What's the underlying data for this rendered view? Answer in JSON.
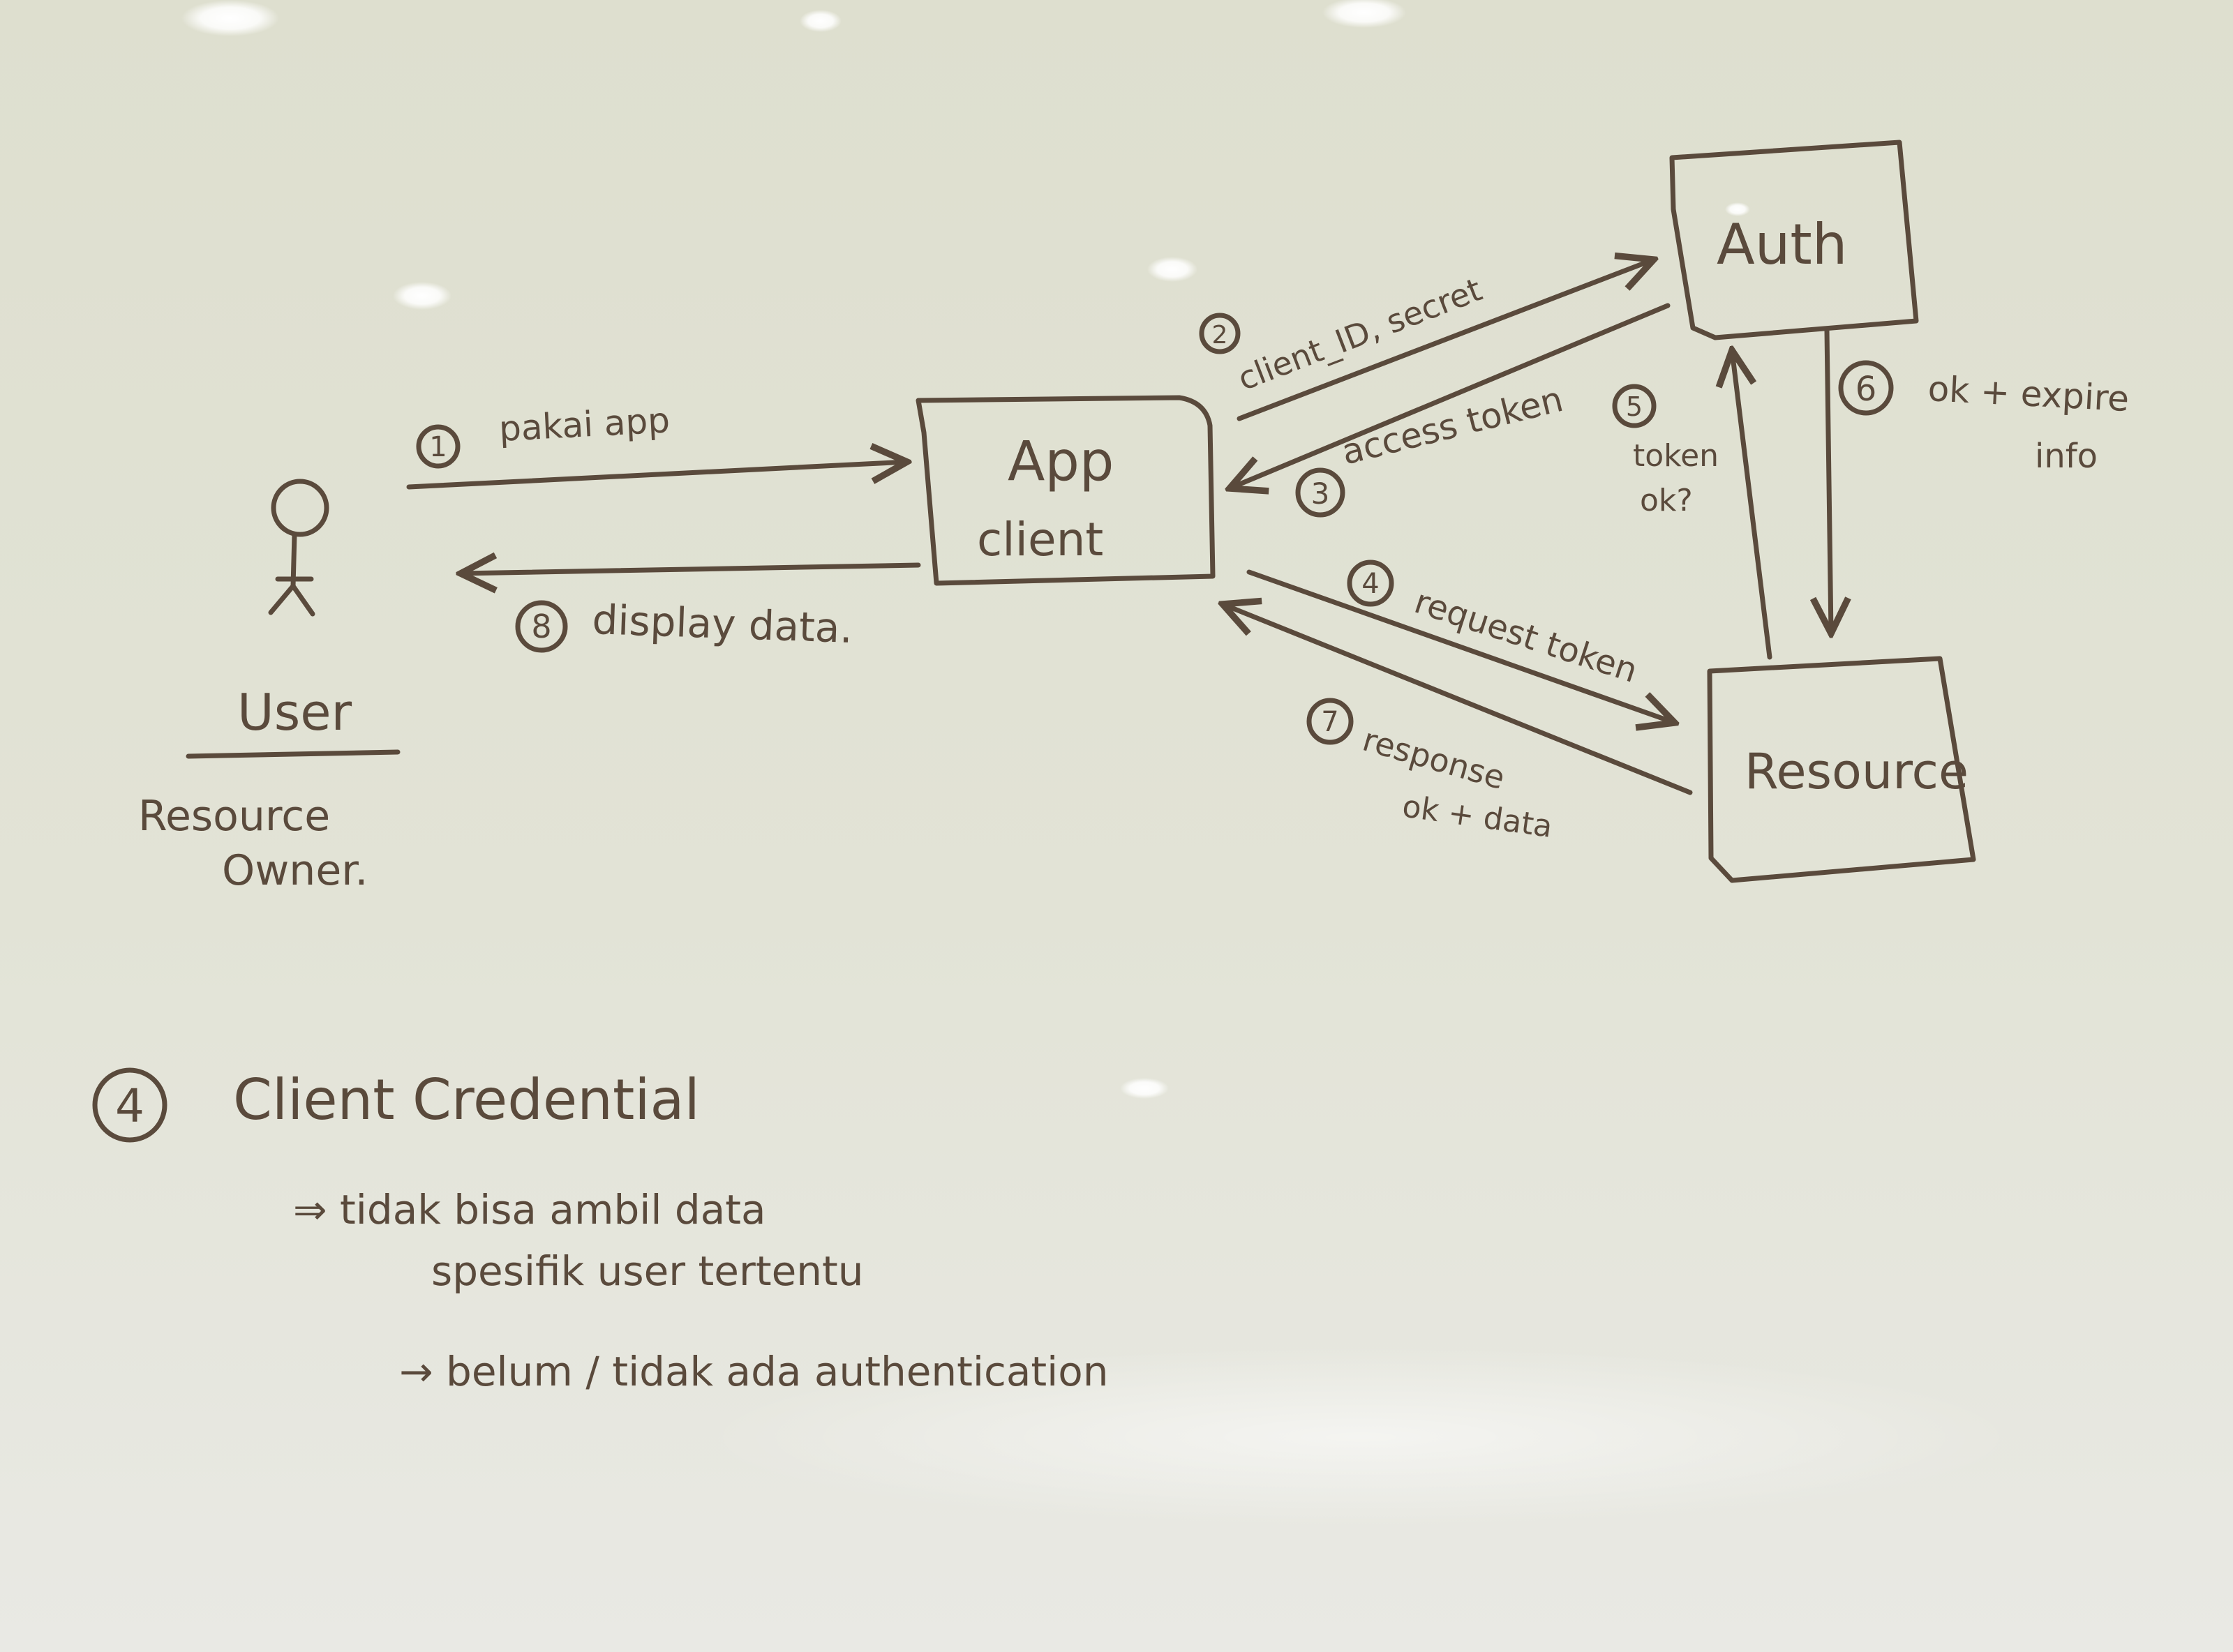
{
  "nodes": {
    "user": "User",
    "resource_owner_1": "Resource",
    "resource_owner_2": "Owner.",
    "app_client_1": "App",
    "app_client_2": "client",
    "auth": "Auth",
    "resource": "Resource"
  },
  "edges": {
    "step1": {
      "num": "1",
      "label": "pakai app"
    },
    "step8": {
      "num": "8",
      "label": "display data."
    },
    "step2": {
      "num": "2",
      "label": "client_ID, secret"
    },
    "step3": {
      "num": "3",
      "label": "access token"
    },
    "step4": {
      "num": "4",
      "label": "request token"
    },
    "step5": {
      "num": "5",
      "label_1": "token",
      "label_2": "ok?"
    },
    "step6": {
      "num": "6",
      "label_1": "ok + expire",
      "label_2": "info"
    },
    "step7": {
      "num": "7",
      "label_1": "response",
      "label_2": "ok + data"
    }
  },
  "notes": {
    "num": "4",
    "title": "Client Credential",
    "line1": "⇒ tidak bisa ambil data",
    "line2": "spesifik user tertentu",
    "line3": "→ belum / tidak ada authentication"
  },
  "colors": {
    "board_top": "#dedfcf",
    "board_bottom": "#e8e8e2",
    "ink": "#5a4a3c",
    "light": "#ffffff"
  }
}
